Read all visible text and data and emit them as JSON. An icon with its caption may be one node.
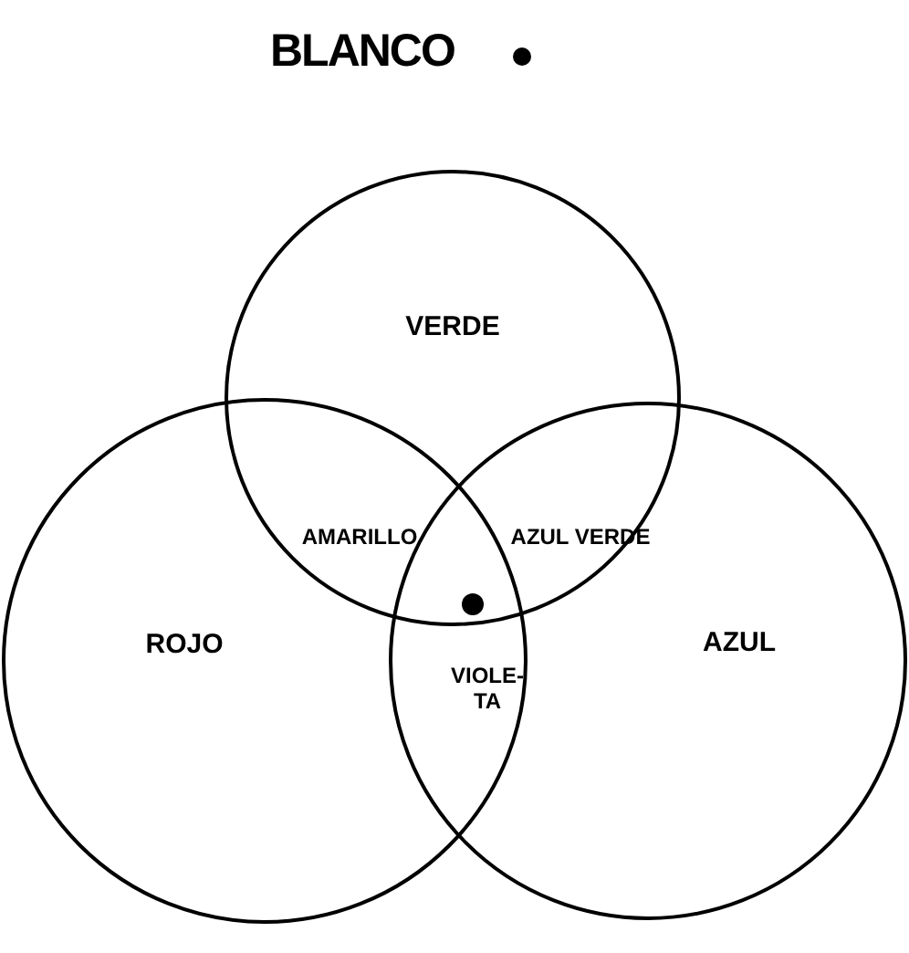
{
  "diagram": {
    "title": "BLANCO",
    "nodes": [
      {
        "text": [
          "VERDE"
        ]
      },
      {
        "text": [
          "ROJO"
        ]
      },
      {
        "text": [
          "AZUL"
        ]
      }
    ],
    "edges": [],
    "labels": [
      "AMARILLO",
      "AZUL VERDE",
      "VIOLE-TA"
    ]
  }
}
